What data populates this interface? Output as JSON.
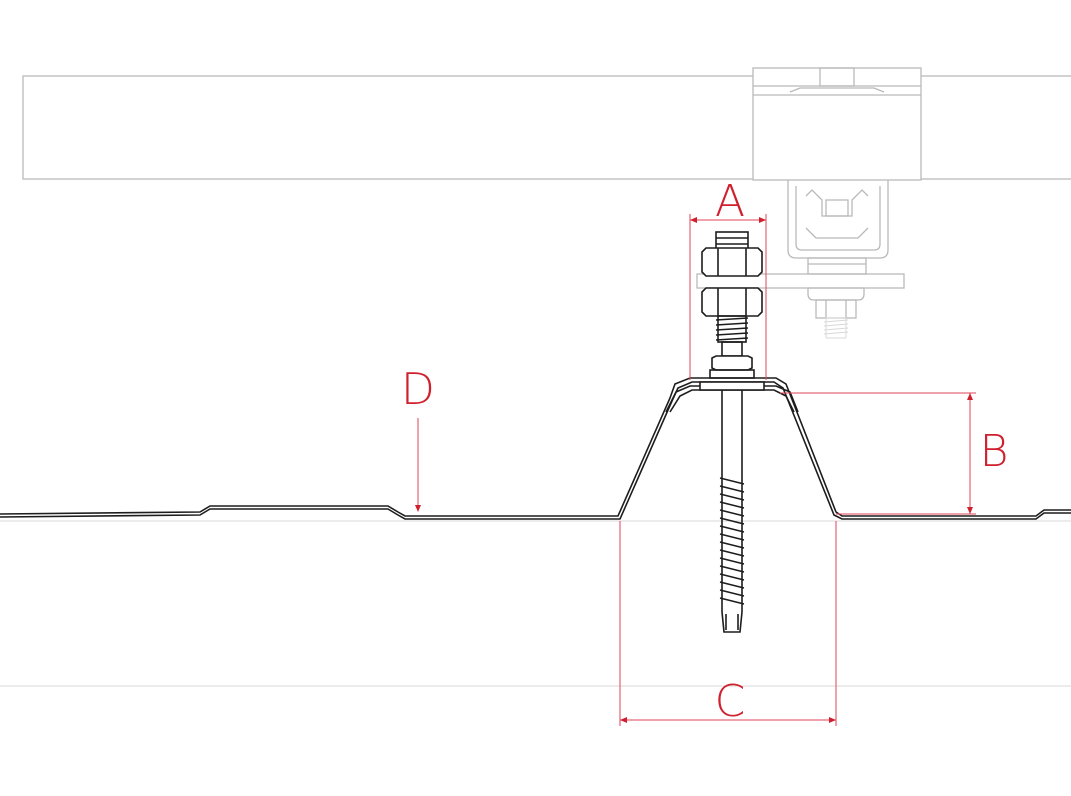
{
  "dimensions": {
    "a": {
      "label": "A"
    },
    "b": {
      "label": "B"
    },
    "c": {
      "label": "C"
    },
    "d": {
      "label": "D"
    }
  },
  "colors": {
    "dimension": "#d0202e",
    "rail_outline": "#b9b9b9",
    "sheet_outline": "#1d1d1d",
    "background": "#ffffff"
  }
}
